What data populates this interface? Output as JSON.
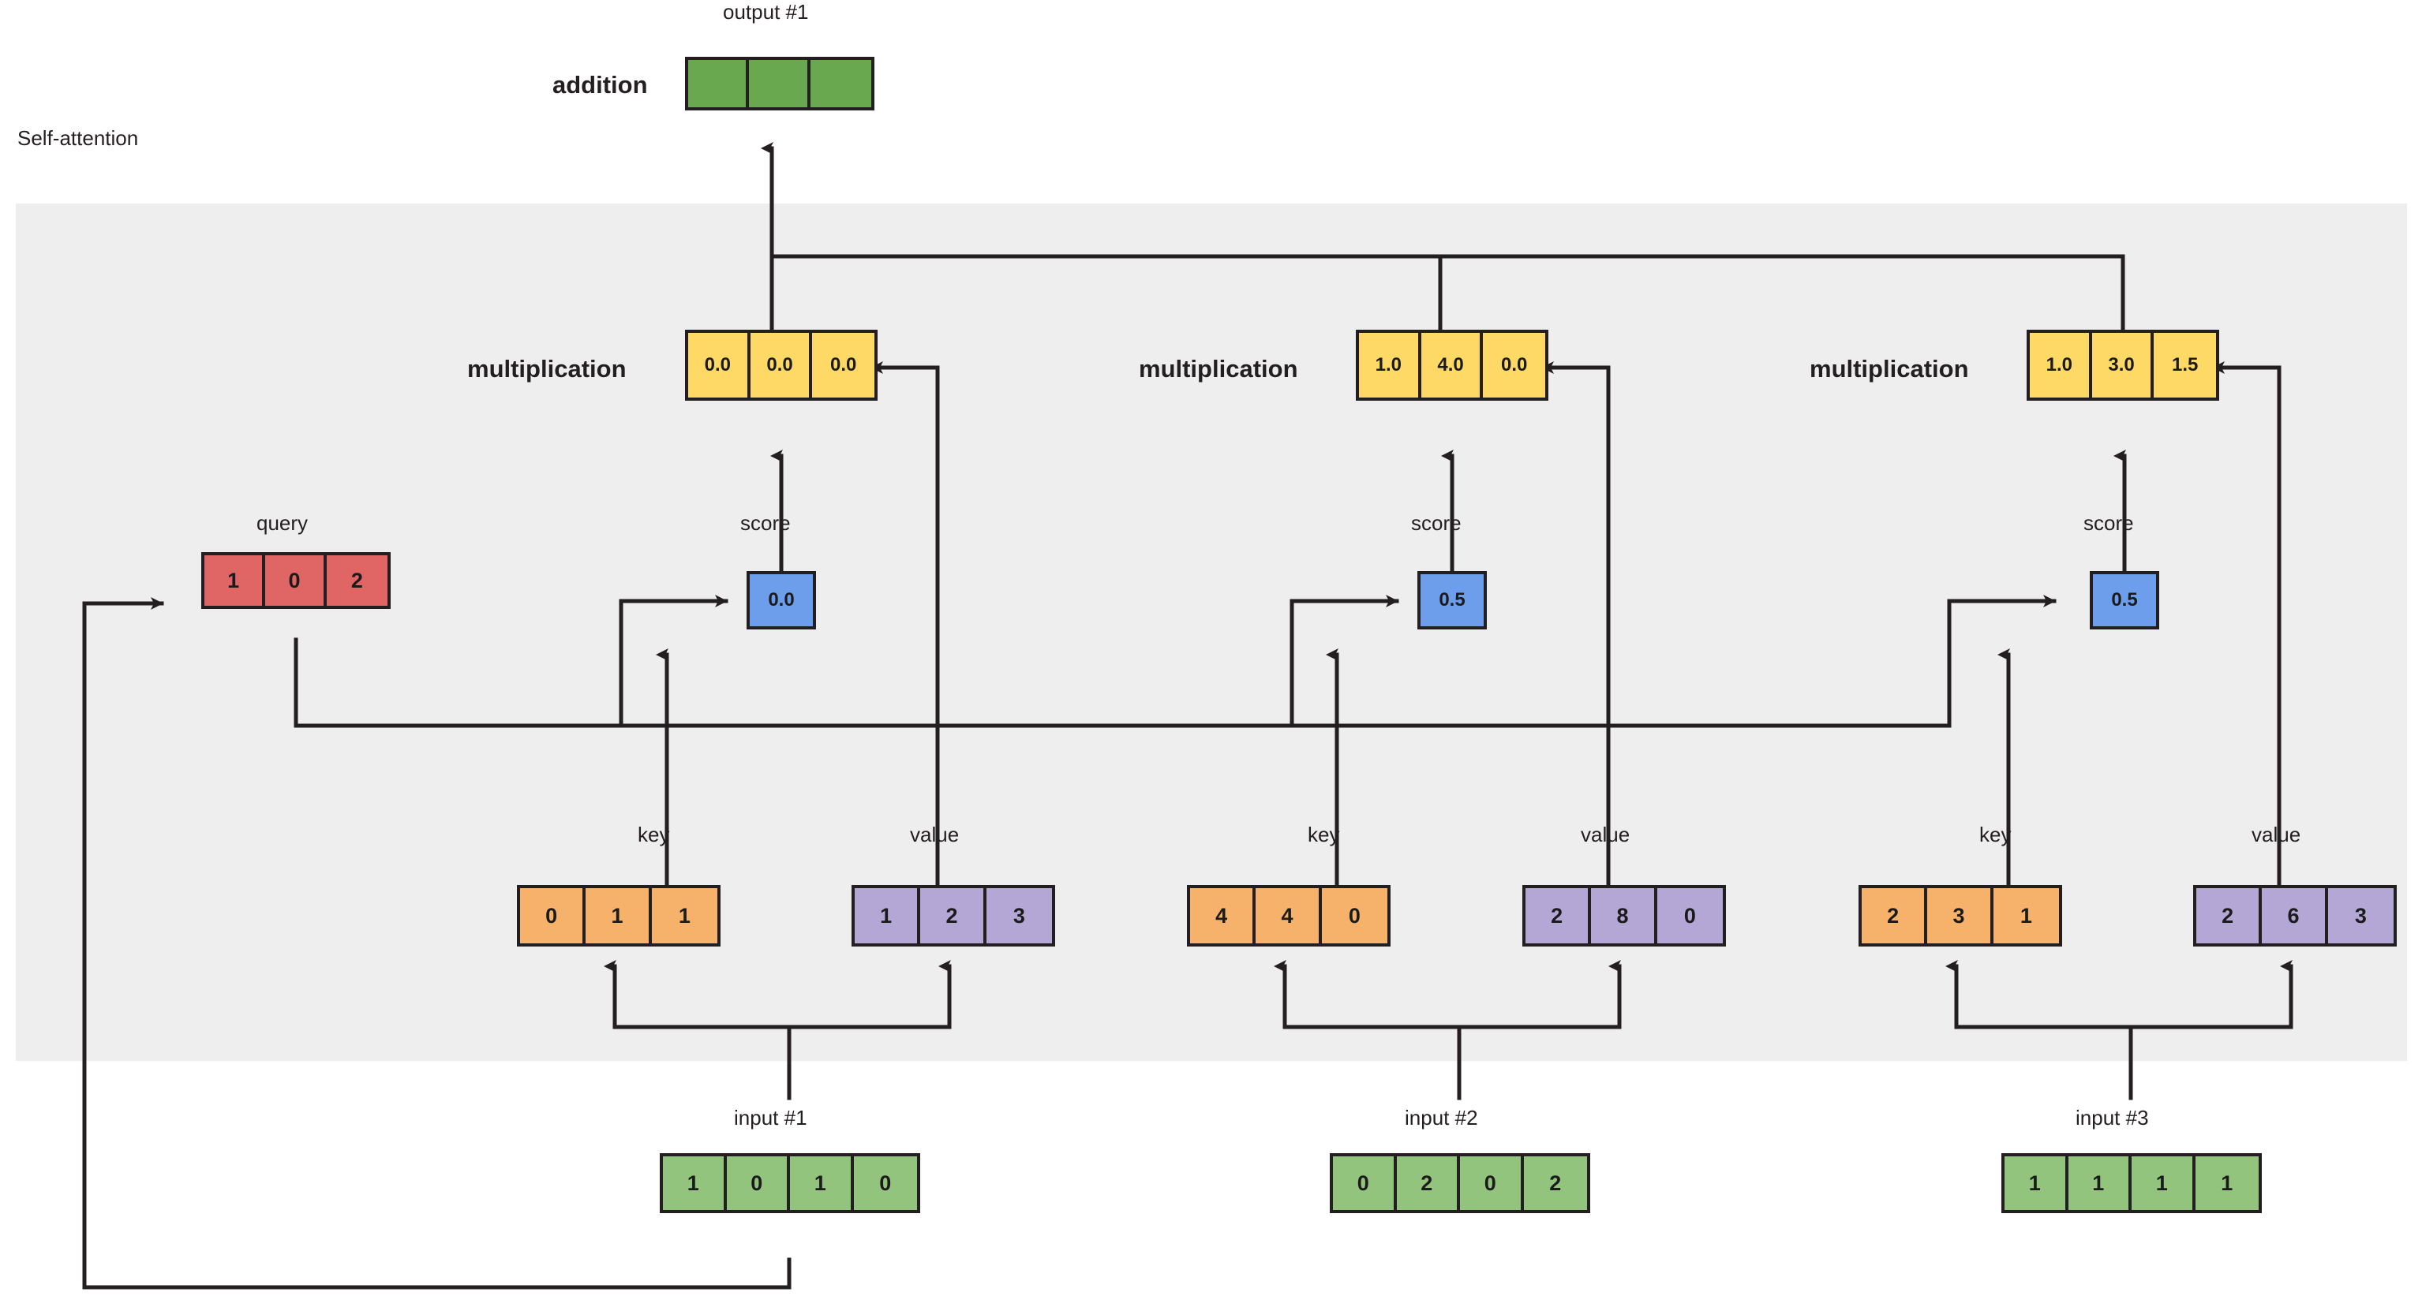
{
  "diagram": {
    "title": "Self-attention",
    "section_label": "Self-attention",
    "colors": {
      "panel": "#eeeeee",
      "input": "#7fb069",
      "output": "#6aa84f",
      "query": "#e06666",
      "key": "#f6b26b",
      "value": "#b4a7d6",
      "score": "#6d9eeb",
      "multiplication": "#ffd966",
      "stroke": "#231f20"
    },
    "labels": {
      "output": "output #1",
      "addition": "addition",
      "multiplication": "multiplication",
      "query": "query",
      "score": "score",
      "key": "key",
      "value": "value",
      "input": "input"
    },
    "output": {
      "caption": "output #1",
      "row_label": "addition",
      "values": [
        "",
        "",
        ""
      ]
    },
    "columns": [
      {
        "id": "col1",
        "input_caption": "input #1",
        "input_values": [
          "1",
          "0",
          "1",
          "0"
        ],
        "key_caption": "key",
        "key_values": [
          "0",
          "1",
          "1"
        ],
        "value_caption": "value",
        "value_values": [
          "1",
          "2",
          "3"
        ],
        "score_caption": "score",
        "score_value": "0.0",
        "mult_label": "multiplication",
        "mult_values": [
          "0.0",
          "0.0",
          "0.0"
        ]
      },
      {
        "id": "col2",
        "input_caption": "input #2",
        "input_values": [
          "0",
          "2",
          "0",
          "2"
        ],
        "key_caption": "key",
        "key_values": [
          "4",
          "4",
          "0"
        ],
        "value_caption": "value",
        "value_values": [
          "2",
          "8",
          "0"
        ],
        "score_caption": "score",
        "score_value": "0.5",
        "mult_label": "multiplication",
        "mult_values": [
          "1.0",
          "4.0",
          "0.0"
        ]
      },
      {
        "id": "col3",
        "input_caption": "input #3",
        "input_values": [
          "1",
          "1",
          "1",
          "1"
        ],
        "key_caption": "key",
        "key_values": [
          "2",
          "3",
          "1"
        ],
        "value_caption": "value",
        "value_values": [
          "2",
          "6",
          "3"
        ],
        "score_caption": "score",
        "score_value": "0.5",
        "mult_label": "multiplication",
        "mult_values": [
          "1.0",
          "3.0",
          "1.5"
        ]
      }
    ],
    "query": {
      "caption": "query",
      "values": [
        "1",
        "0",
        "2"
      ]
    }
  }
}
